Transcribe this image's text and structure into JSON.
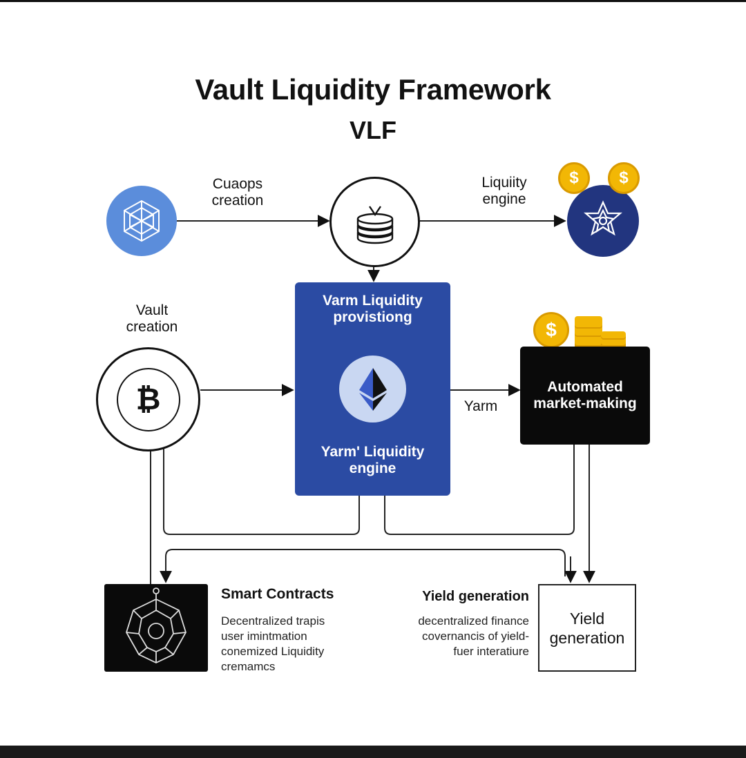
{
  "header": {
    "title": "Vault Liquidity Framework",
    "subtitle": "VLF"
  },
  "top_row": {
    "label_left": [
      "Cuaops",
      "creation"
    ],
    "label_right": [
      "Liquiity",
      "engine"
    ],
    "left_icon": "network-gem-icon",
    "center_icon": "coin-stack-icon",
    "right_icon": "star-network-icon",
    "coin_symbol": "$"
  },
  "vault": {
    "label": [
      "Vault",
      "creation"
    ],
    "icon": "bitcoin-icon",
    "symbol": "₿"
  },
  "engine": {
    "title": [
      "Varm Liquidity",
      "provistiong"
    ],
    "footer": [
      "Yarm' Liquidity",
      "engine"
    ],
    "icon": "ethereum-icon"
  },
  "connector_label": "Yarm",
  "amm": {
    "label": [
      "Automated",
      "market-making"
    ],
    "icon": "coin-pile-icon",
    "coin_symbol": "$"
  },
  "smart_contracts": {
    "heading": "Smart Contracts",
    "lines": [
      "Decentralized trapis",
      "user imintmation",
      "conemized Liquidity",
      "cremamcs"
    ],
    "icon": "geodesic-network-icon"
  },
  "yield": {
    "heading": "Yield generation",
    "lines": [
      "decentralized finance",
      "covernancis of yield-",
      "fuer interatiure"
    ],
    "box_label": [
      "Yield",
      "generation"
    ]
  },
  "colors": {
    "primary_blue": "#2B4BA3",
    "light_blue": "#5B8DDB",
    "navy": "#22357F",
    "gold": "#F2B705",
    "black": "#0A0A0A"
  }
}
